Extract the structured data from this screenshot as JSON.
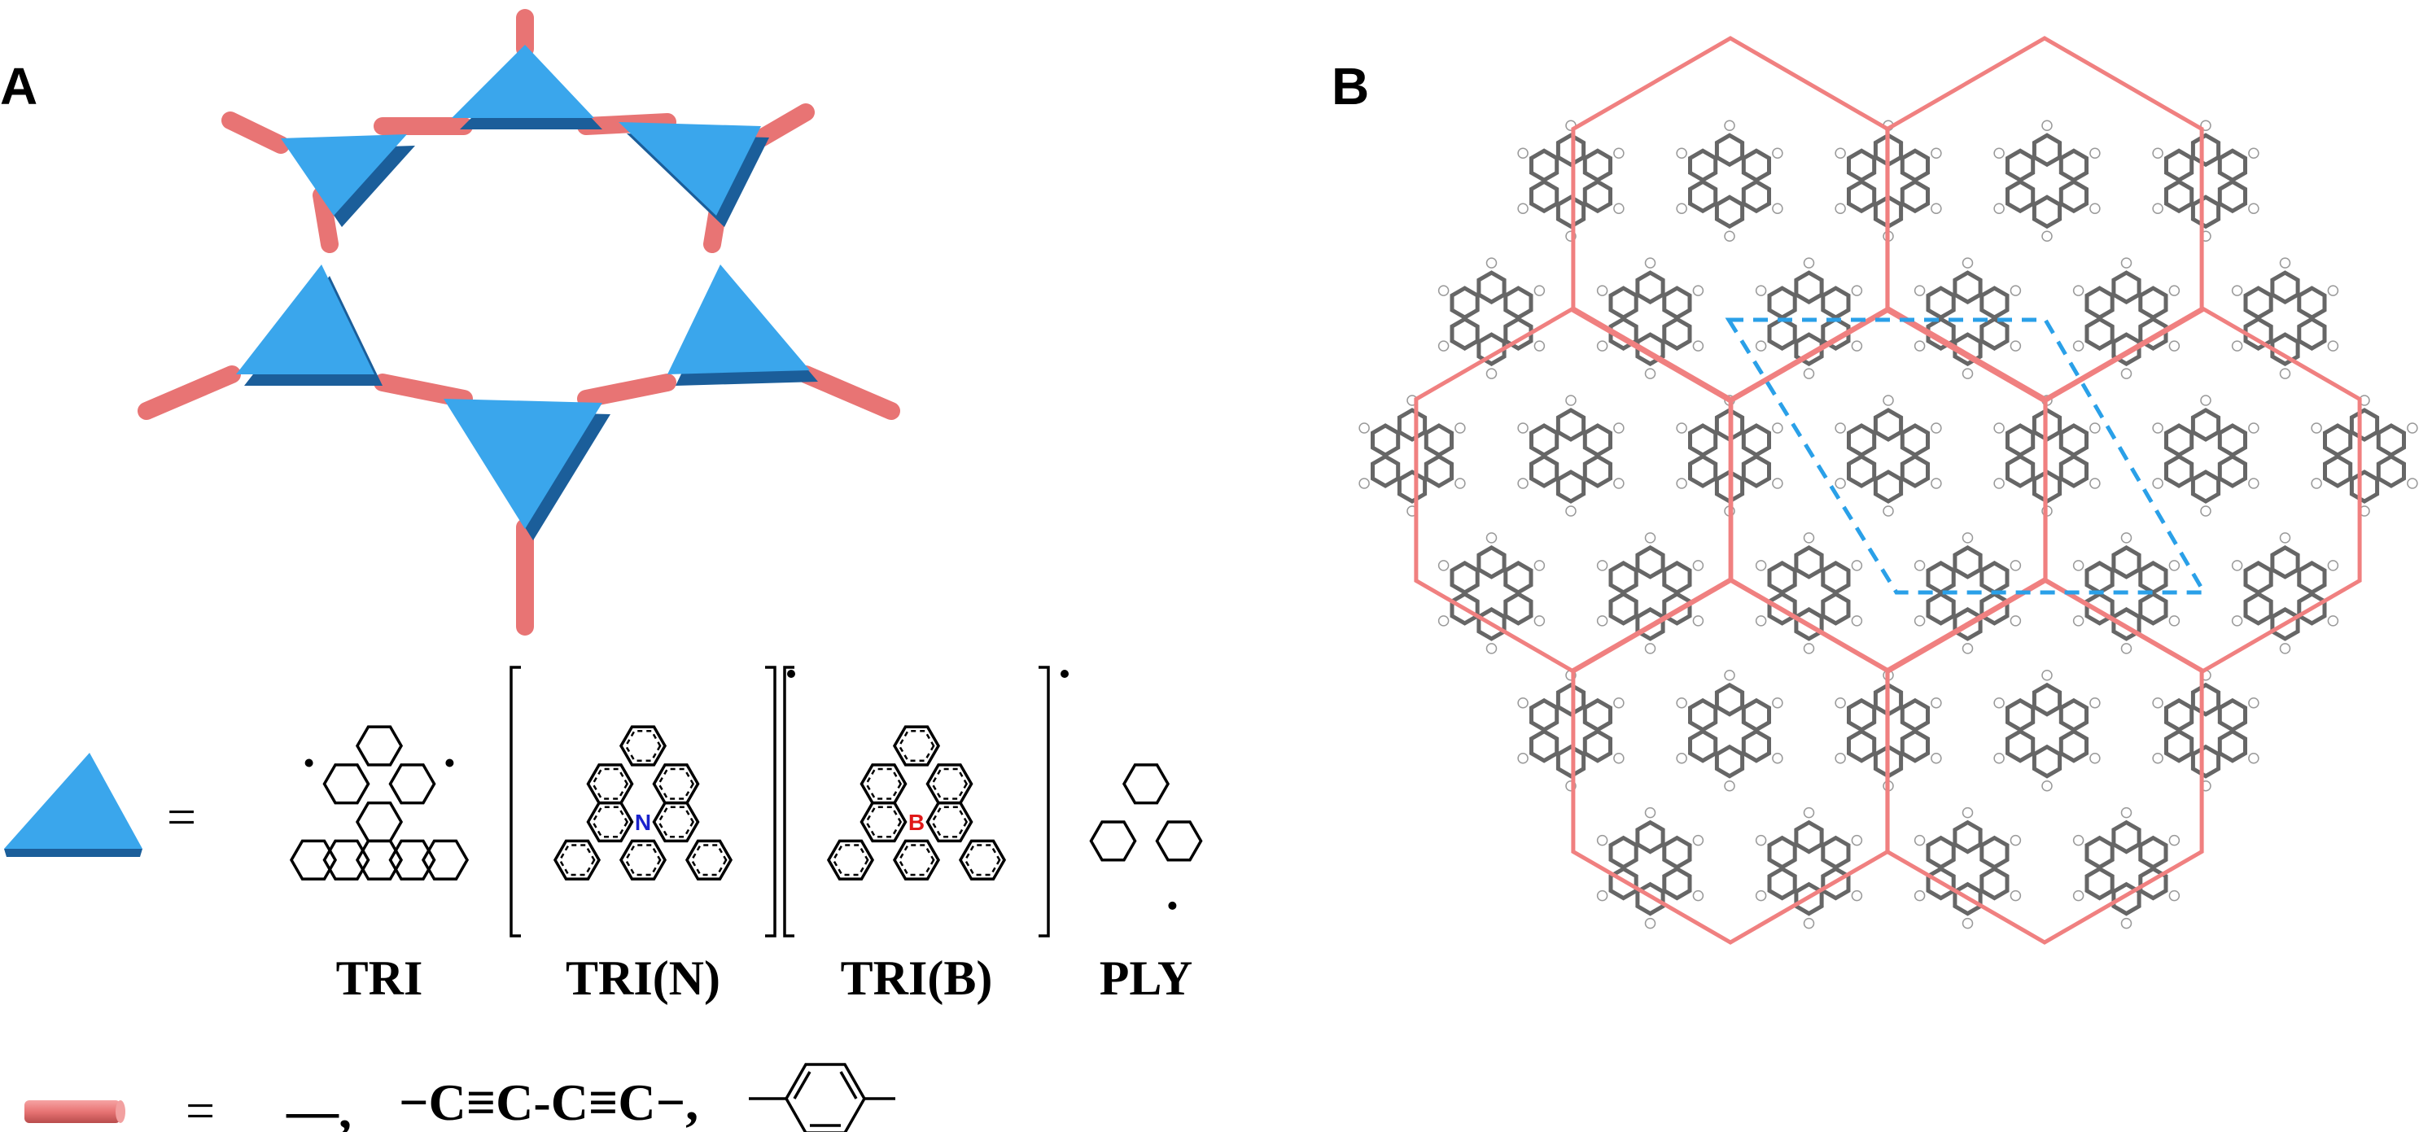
{
  "panels": {
    "a": {
      "letter": "A"
    },
    "b": {
      "letter": "B"
    }
  },
  "legend": {
    "equals": "=",
    "molecules": [
      {
        "key": "tri",
        "label": "TRI",
        "heteroatom": ""
      },
      {
        "key": "trin",
        "label": "TRI(N)",
        "heteroatom": "N"
      },
      {
        "key": "trib",
        "label": "TRI(B)",
        "heteroatom": "B"
      },
      {
        "key": "ply",
        "label": "PLY",
        "heteroatom": ""
      }
    ],
    "linkers": {
      "bond": "—,",
      "diyne": "−C≡C-C≡C−,"
    }
  },
  "colors": {
    "triangle_node": "#3aa6ec",
    "linker_rod": "#e87474",
    "lattice_line": "#f08080",
    "unit_cell": "#2aa0e8",
    "carbon": "#666666",
    "hydrogen": "#ffffff",
    "nitrogen": "#1a22cc",
    "boron": "#e01818"
  },
  "icons": {
    "triangle": "blue-triangular-node-icon",
    "rod": "pink-linker-rod-icon",
    "phenyl": "benzene-ring-icon"
  }
}
